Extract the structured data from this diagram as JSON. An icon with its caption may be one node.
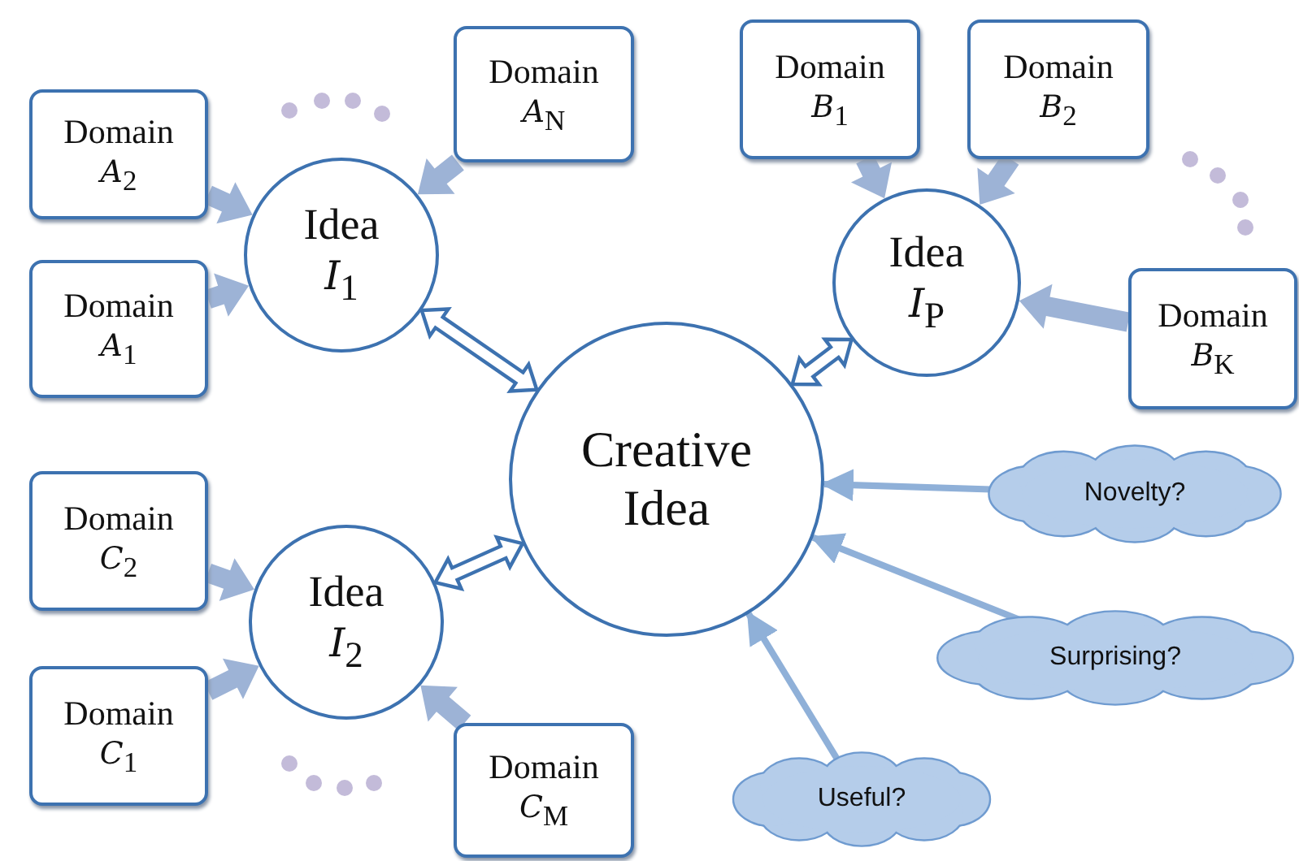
{
  "diagram": {
    "nodes": [
      {
        "text": [
          "Domain *A*$_{2}$"
        ]
      },
      {
        "text": [
          "Domain *A*$_{N}$"
        ]
      },
      {
        "text": [
          "Domain *B*$_{1}$"
        ]
      },
      {
        "text": [
          "Domain *B*$_{2}$"
        ]
      },
      {
        "text": [
          "Idea *I*$_{1}$"
        ]
      },
      {
        "text": [
          "Idea *I*$_{P}$"
        ]
      },
      {
        "text": [
          "Domain *A*$_{1}$"
        ]
      },
      {
        "text": [
          "Domain *B*$_{K}$"
        ]
      },
      {
        "text": [
          "Creative Idea"
        ]
      },
      {
        "text": [
          "Domain *C*$_{2}$"
        ]
      },
      {
        "text": [
          "Novelty?"
        ]
      },
      {
        "text": [
          "Idea *I*$_{2}$"
        ]
      },
      {
        "text": [
          "Surprising?"
        ]
      },
      {
        "text": [
          "Domain *C*$_{1}$"
        ]
      },
      {
        "text": [
          "Useful?"
        ]
      },
      {
        "text": [
          "Domain *C*$_{M}$"
        ]
      }
    ],
    "edges": [
      {
        "from": 0,
        "to": 4,
        "arrow": "to",
        "style": "thick",
        "color": "#9db3d6"
      },
      {
        "from": 1,
        "to": 4,
        "arrow": "to",
        "style": "thick",
        "color": "#9db3d6"
      },
      {
        "from": 6,
        "to": 4,
        "arrow": "to",
        "style": "thick",
        "color": "#9db3d6"
      },
      {
        "from": 2,
        "to": 5,
        "arrow": "to",
        "style": "thick",
        "color": "#9db3d6"
      },
      {
        "from": 3,
        "to": 5,
        "arrow": "to",
        "style": "thick",
        "color": "#9db3d6"
      },
      {
        "from": 7,
        "to": 5,
        "arrow": "to",
        "style": "thick",
        "color": "#9db3d6"
      },
      {
        "from": 9,
        "to": 11,
        "arrow": "to",
        "style": "thick",
        "color": "#9db3d6"
      },
      {
        "from": 13,
        "to": 11,
        "arrow": "to",
        "style": "thick",
        "color": "#9db3d6"
      },
      {
        "from": 15,
        "to": 11,
        "arrow": "to",
        "style": "thick",
        "color": "#9db3d6"
      },
      {
        "from": 4,
        "to": 8,
        "arrow": "both",
        "style": "thick"
      },
      {
        "from": 5,
        "to": 8,
        "arrow": "both",
        "style": "thick"
      },
      {
        "from": 11,
        "to": 8,
        "arrow": "both",
        "style": "thick"
      },
      {
        "from": 10,
        "to": 8,
        "arrow": "to"
      },
      {
        "from": 12,
        "to": 8,
        "arrow": "to"
      },
      {
        "from": 14,
        "to": 8,
        "arrow": "to"
      }
    ]
  }
}
